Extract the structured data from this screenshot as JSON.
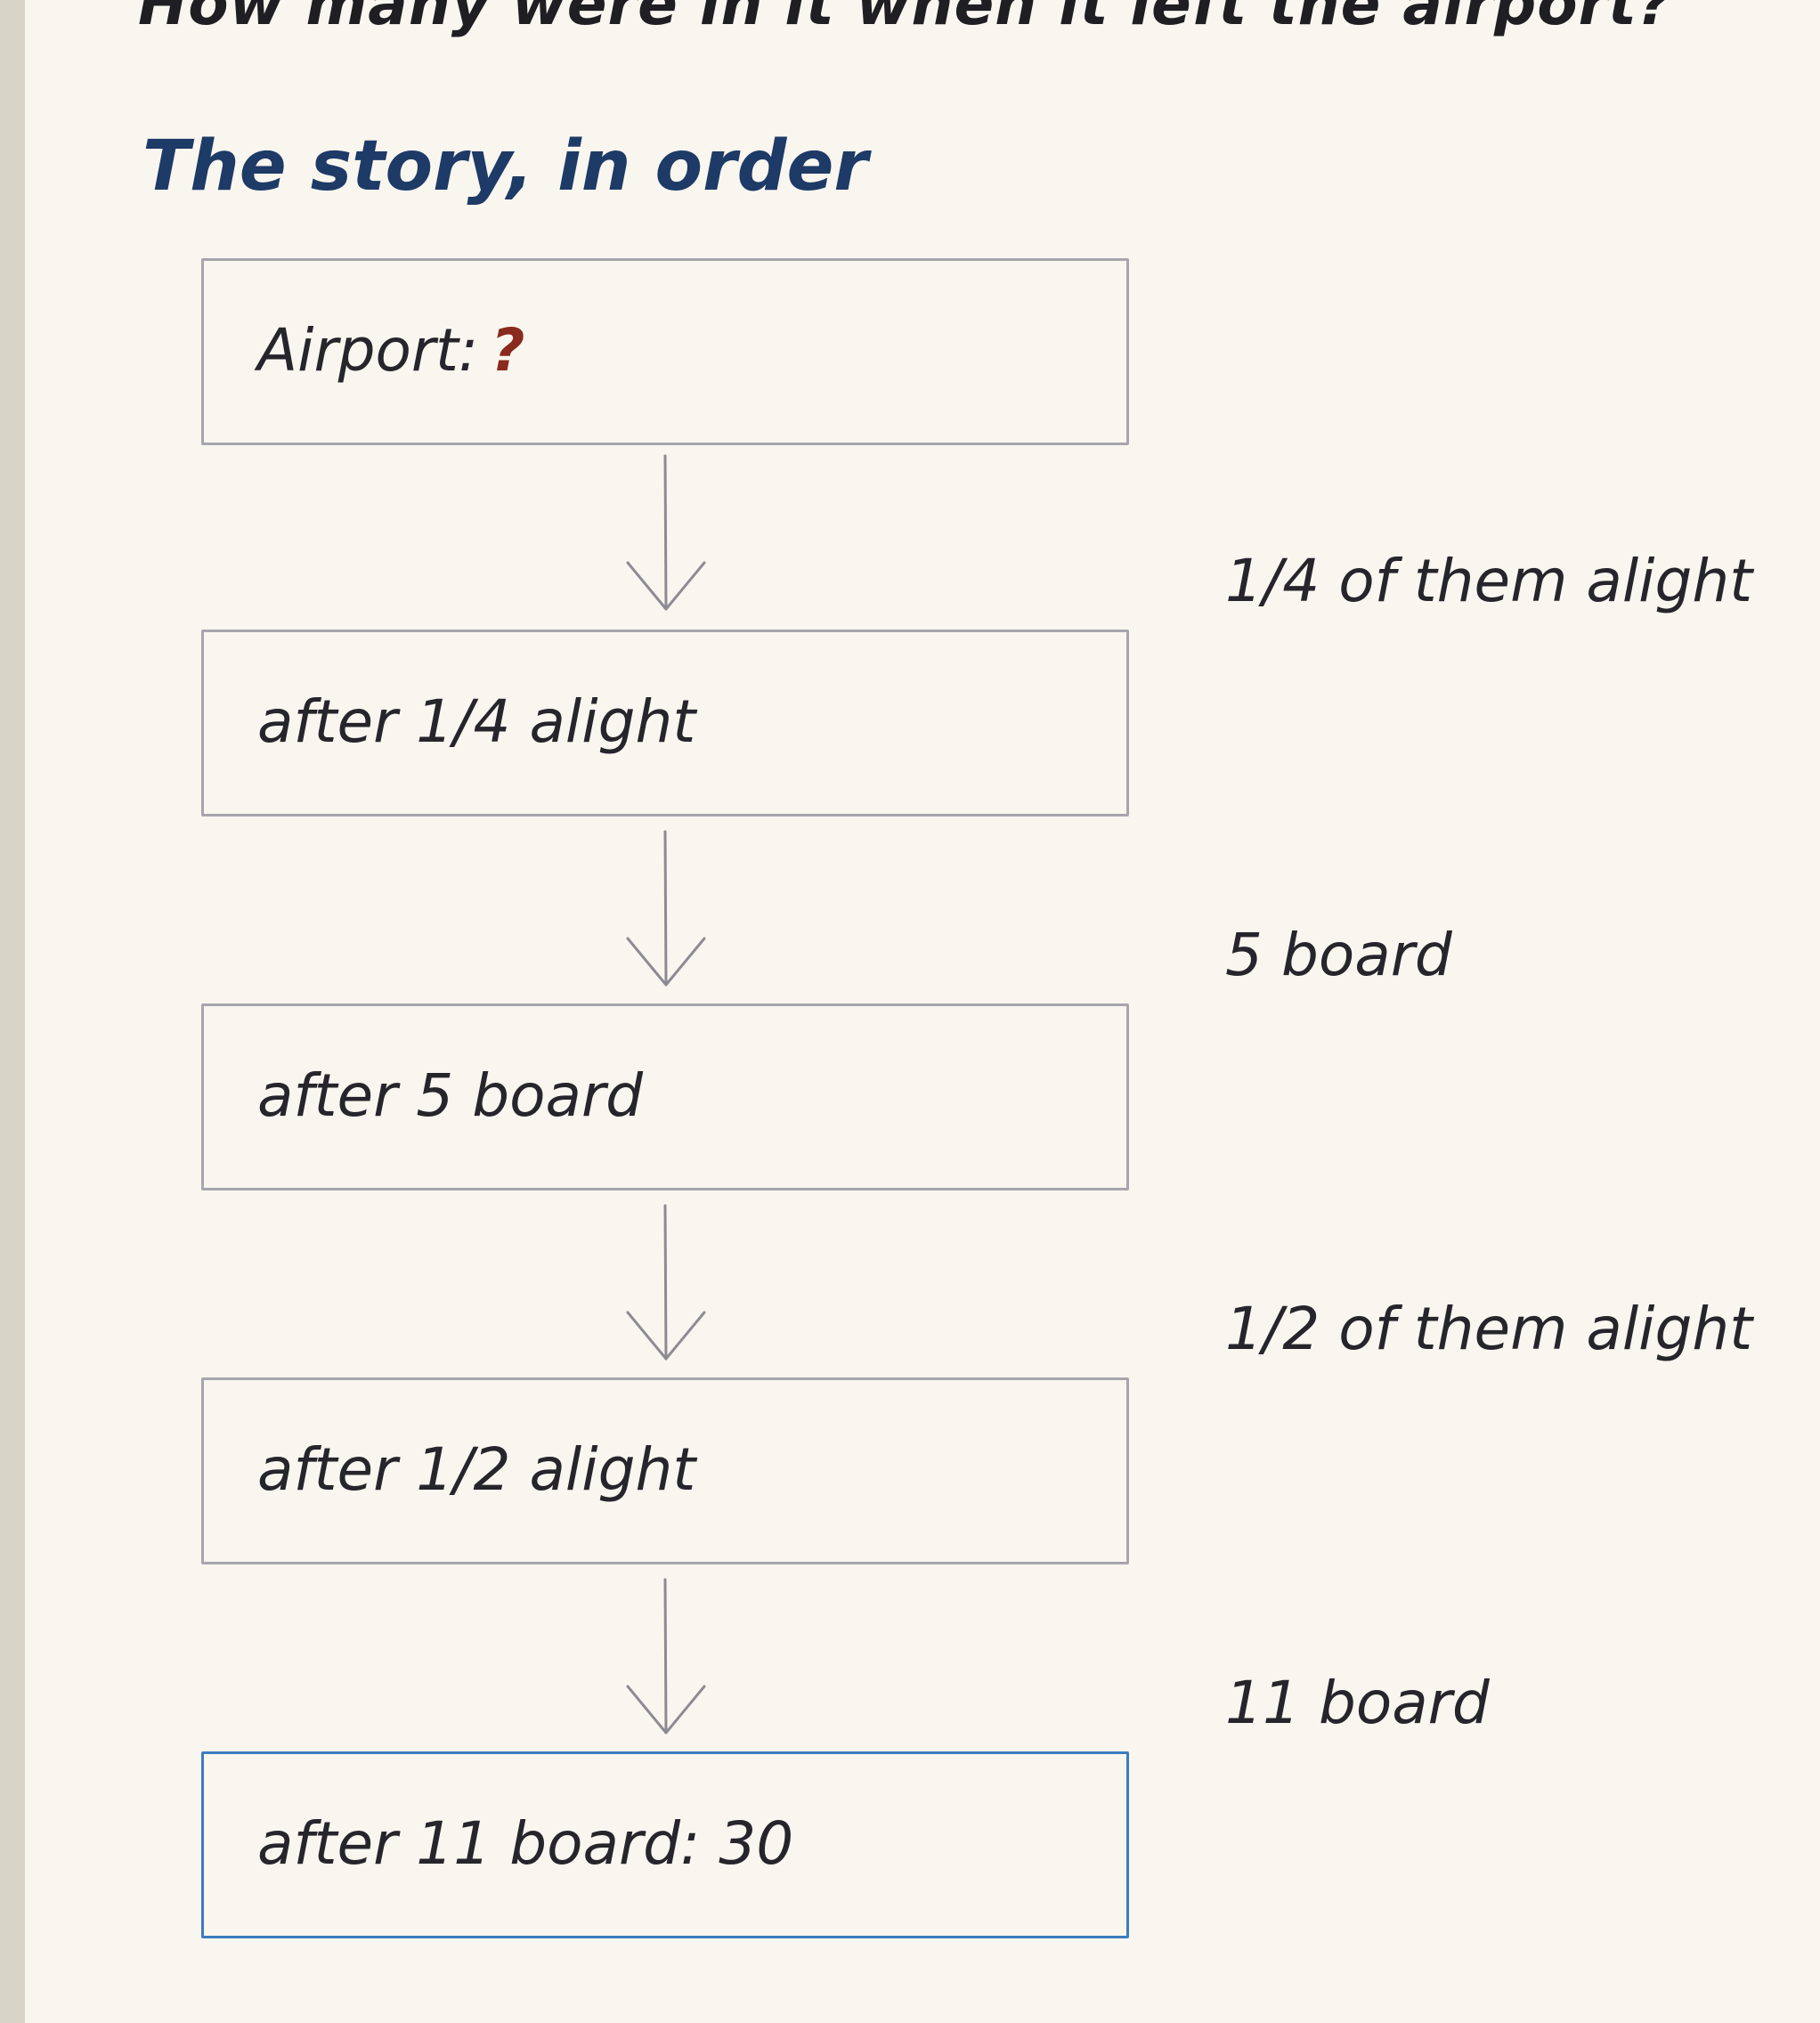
{
  "question": "How many were in it when it left the airport?",
  "section_heading": "The story, in order",
  "boxes": [
    {
      "label": "Airport:",
      "value": "?"
    },
    {
      "label": "after 1/4 alight",
      "value": ""
    },
    {
      "label": "after 5 board",
      "value": ""
    },
    {
      "label": "after 1/2 alight",
      "value": ""
    },
    {
      "label": "after 11 board: 30",
      "value": ""
    }
  ],
  "steps": [
    {
      "label": "1/4 of them alight"
    },
    {
      "label": "5 board"
    },
    {
      "label": "1/2 of them alight"
    },
    {
      "label": "11 board"
    }
  ],
  "colors": {
    "heading": "#1e3a66",
    "unknown_value": "#8a2a1c",
    "box_border": "#a7a5ac",
    "final_box_border": "#3d7cc0"
  }
}
